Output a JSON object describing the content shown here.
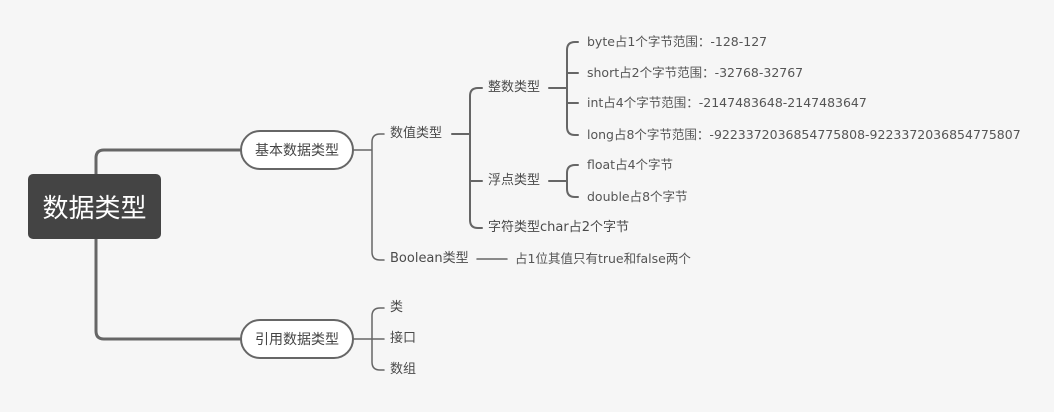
{
  "root": {
    "label": "数据类型"
  },
  "basic": {
    "label": "基本数据类型",
    "numeric": {
      "label": "数值类型",
      "integer": {
        "label": "整数类型",
        "items": [
          "byte占1个字节范围：-128-127",
          "short占2个字节范围：-32768-32767",
          "int占4个字节范围：-2147483648-2147483647",
          "long占8个字节范围：-9223372036854775808-9223372036854775807"
        ]
      },
      "float": {
        "label": "浮点类型",
        "items": [
          "float占4个字节",
          "double占8个字节"
        ]
      },
      "char": {
        "label": "字符类型char占2个字节"
      }
    },
    "boolean": {
      "label": "Boolean类型",
      "note": "占1位其值只有true和false两个"
    }
  },
  "reference": {
    "label": "引用数据类型",
    "items": [
      "类",
      "接口",
      "数组"
    ]
  },
  "colors": {
    "root_bg": "#444444",
    "line": "#666666",
    "background": "#f6f6f6"
  }
}
